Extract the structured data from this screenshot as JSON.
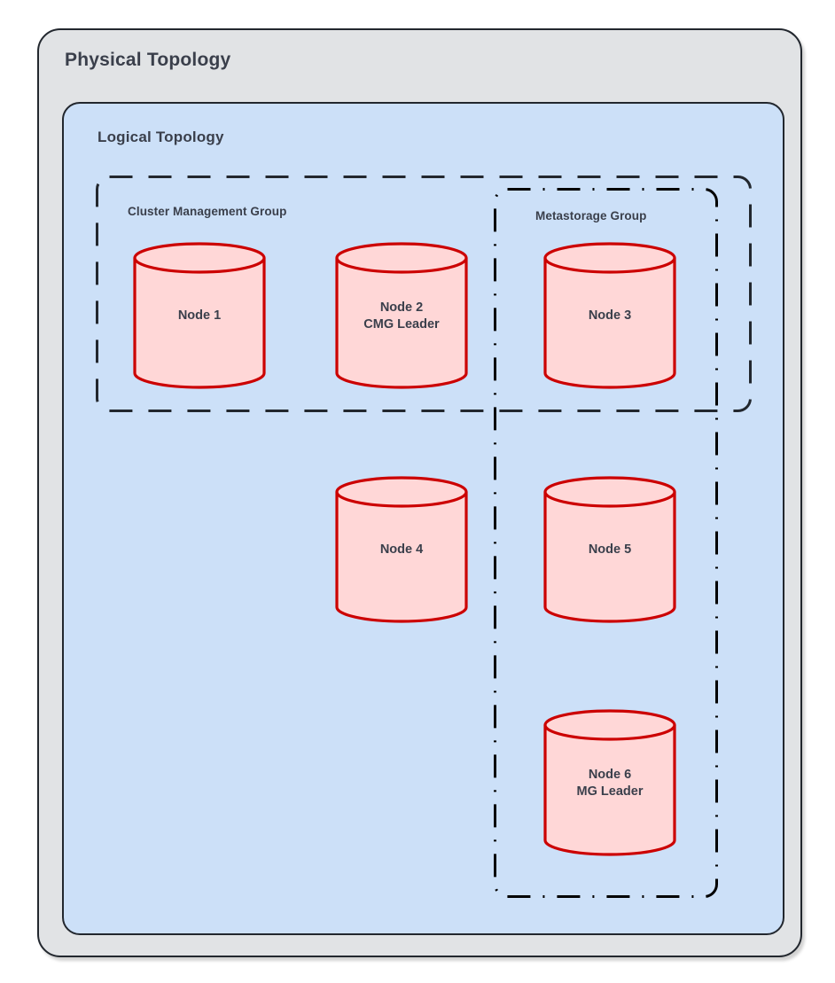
{
  "diagram": {
    "physical": {
      "title": "Physical Topology"
    },
    "logical": {
      "title": "Logical Topology"
    },
    "groups": [
      {
        "id": "cmg",
        "label": "Cluster Management Group",
        "border_style": "dashed"
      },
      {
        "id": "mg",
        "label": "Metastorage Group",
        "border_style": "dash-dot"
      }
    ],
    "nodes": [
      {
        "id": "node1",
        "label": "Node 1",
        "groups": [
          "cmg"
        ]
      },
      {
        "id": "node2",
        "label": "Node 2\nCMG Leader",
        "groups": [
          "cmg"
        ]
      },
      {
        "id": "node3",
        "label": "Node 3",
        "groups": [
          "cmg",
          "mg"
        ]
      },
      {
        "id": "node4",
        "label": "Node 4",
        "groups": []
      },
      {
        "id": "node5",
        "label": "Node 5",
        "groups": [
          "mg"
        ]
      },
      {
        "id": "node6",
        "label": "Node 6\nMG Leader",
        "groups": [
          "mg"
        ]
      }
    ],
    "colors": {
      "physical_fill": "#E1E3E5",
      "logical_fill": "#CCE0F8",
      "outline": "#22272E",
      "node_fill": "#FFD7D7",
      "node_stroke": "#CC0000",
      "text": "#3A3F4B"
    }
  }
}
